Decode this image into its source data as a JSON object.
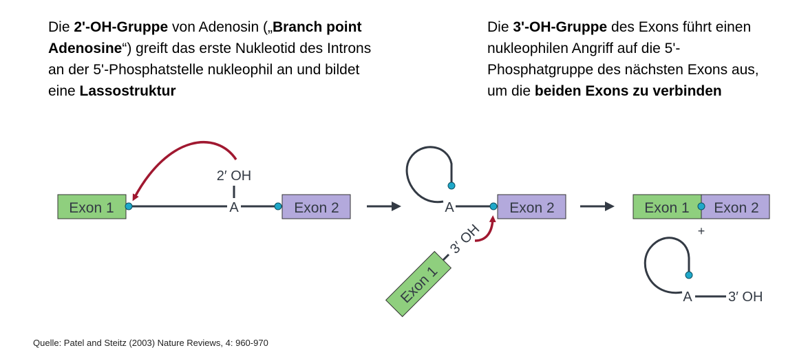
{
  "captions": {
    "left": [
      {
        "t": "Die ",
        "b": false
      },
      {
        "t": "2'-OH-Gruppe",
        "b": true
      },
      {
        "t": " von Adenosin („",
        "b": false
      },
      {
        "t": "Branch point Adenosine",
        "b": true
      },
      {
        "t": "“) greift das erste Nukleotid des Introns an der 5'-Phosphatstelle nukleophil an und bildet eine ",
        "b": false
      },
      {
        "t": "Lassostruktur",
        "b": true
      }
    ],
    "right": [
      {
        "t": "Die ",
        "b": false
      },
      {
        "t": "3'-OH-Gruppe",
        "b": true
      },
      {
        "t": " des Exons führt einen nukleophilen Angriff auf die 5'-Phosphatgruppe des nächsten Exons aus, um die ",
        "b": false
      },
      {
        "t": "beiden Exons zu verbinden",
        "b": true
      }
    ]
  },
  "diagram": {
    "exon1": "Exon 1",
    "exon2": "Exon 2",
    "adenosine": "A",
    "oh2": "2′ OH",
    "oh3": "3′ OH",
    "plus": "+"
  },
  "colors": {
    "exon1_fill": "#8fcf7e",
    "exon2_fill": "#b3a9dc",
    "line": "#333a44",
    "phosphate": "#1fa8c9",
    "attack_arrow": "#a01830",
    "flow_arrow": "#333a44"
  },
  "source": "Quelle: Patel and Steitz (2003) Nature Reviews, 4: 960-970"
}
